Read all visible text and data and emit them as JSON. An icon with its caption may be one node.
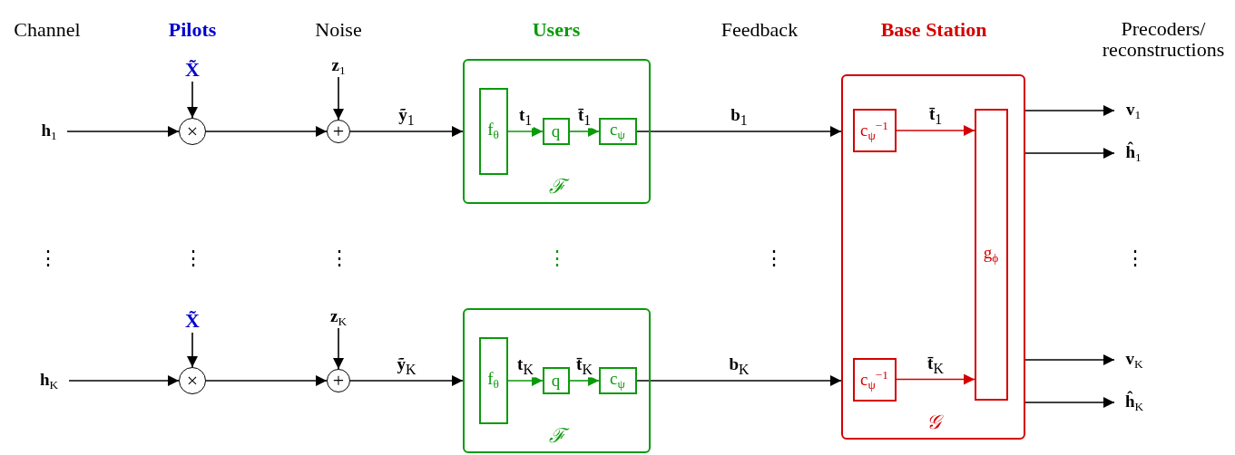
{
  "diagram": {
    "nodes": [
      {
        "text": [
          "X̃"
        ]
      },
      {
        "text": [
          "**z**$_{1}$"
        ]
      },
      {
        "text": [
          "**h**$_{1}$"
        ]
      },
      {
        "text": [
          "×"
        ]
      },
      {
        "text": [
          "+"
        ]
      },
      {
        "text": [
          "ℱ"
        ]
      },
      {
        "text": [
          "f$_{θ}$"
        ],
        "in": 5
      },
      {
        "text": [
          "q"
        ],
        "in": 5
      },
      {
        "text": [
          "c$_{ψ}$"
        ],
        "in": 5
      },
      {
        "text": [
          "𝒢"
        ]
      },
      {
        "text": [
          "c$_{ψ}$$^{−1}$"
        ],
        "in": 9
      },
      {
        "text": [
          "g$_{ϕ}$"
        ],
        "in": 9
      },
      {
        "text": [
          "c$_{ψ}$$^{−1}$"
        ],
        "in": 9
      },
      {
        "text": [
          "**v**$_{1}$"
        ]
      },
      {
        "text": [
          "**ĥ**$_{1}$"
        ]
      },
      {
        "text": [
          "X̃"
        ]
      },
      {
        "text": [
          "**z**$_{K}$"
        ]
      },
      {
        "text": [
          "**h**$_{K}$"
        ]
      },
      {
        "text": [
          "×"
        ]
      },
      {
        "text": [
          "+"
        ]
      },
      {
        "text": [
          "ℱ"
        ]
      },
      {
        "text": [
          "f$_{θ}$"
        ],
        "in": 20
      },
      {
        "text": [
          "q"
        ],
        "in": 20
      },
      {
        "text": [
          "c$_{ψ}$"
        ],
        "in": 20
      },
      {
        "text": [
          "**v**$_{K}$"
        ]
      },
      {
        "text": [
          "**ĥ**$_{K}$"
        ]
      }
    ],
    "edges": [
      {
        "from": 0,
        "to": 3,
        "arrow": "to"
      },
      {
        "from": 2,
        "to": 3,
        "arrow": "to"
      },
      {
        "from": 1,
        "to": 4,
        "arrow": "to"
      },
      {
        "from": 3,
        "to": 4,
        "arrow": "to"
      },
      {
        "from": 4,
        "to": 5,
        "arrow": "to",
        "label": "**ỹ**$_{1}$"
      },
      {
        "from": 6,
        "to": 7,
        "arrow": "to",
        "label": "**t**$_{1}$",
        "color": "#0a9a0a"
      },
      {
        "from": 7,
        "to": 8,
        "arrow": "to",
        "label": "**t̄**$_{1}$",
        "color": "#0a9a0a"
      },
      {
        "from": 8,
        "to": 9,
        "arrow": "to",
        "label": "**b**$_{1}$"
      },
      {
        "from": 10,
        "to": 11,
        "arrow": "to",
        "label": "**t̄**$_{1}$",
        "color": "#d40000"
      },
      {
        "from": 9,
        "to": 13,
        "arrow": "to"
      },
      {
        "from": 9,
        "to": 14,
        "arrow": "to"
      },
      {
        "from": 15,
        "to": 18,
        "arrow": "to"
      },
      {
        "from": 17,
        "to": 18,
        "arrow": "to"
      },
      {
        "from": 16,
        "to": 19,
        "arrow": "to"
      },
      {
        "from": 18,
        "to": 19,
        "arrow": "to"
      },
      {
        "from": 19,
        "to": 20,
        "arrow": "to",
        "label": "**ỹ**$_{K}$"
      },
      {
        "from": 21,
        "to": 22,
        "arrow": "to",
        "label": "**t**$_{K}$",
        "color": "#0a9a0a"
      },
      {
        "from": 22,
        "to": 23,
        "arrow": "to",
        "label": "**t̄**$_{K}$",
        "color": "#0a9a0a"
      },
      {
        "from": 23,
        "to": 9,
        "arrow": "to",
        "label": "**b**$_{K}$"
      },
      {
        "from": 12,
        "to": 11,
        "arrow": "to",
        "label": "**t̄**$_{K}$",
        "color": "#d40000"
      },
      {
        "from": 9,
        "to": 24,
        "arrow": "to"
      },
      {
        "from": 9,
        "to": 25,
        "arrow": "to"
      }
    ],
    "labels": [
      "Channel",
      "Pilots",
      "Noise",
      "Users",
      "Feedback",
      "Base Station",
      "Precoders/ reconstructions",
      "⋮",
      "⋮",
      "⋮",
      "⋮",
      "⋮",
      "⋮"
    ]
  }
}
